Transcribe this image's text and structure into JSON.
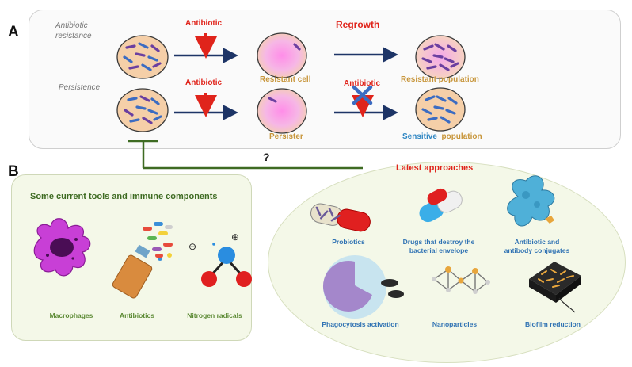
{
  "panel_a": {
    "letter": "A",
    "row1_label_line1": "Antibiotic",
    "row1_label_line2": "resistance",
    "row2_label": "Persistence",
    "antibiotic_label": "Antibiotic",
    "regrowth_label": "Regrowth",
    "resistant_cell": "Resistant cell",
    "resistant_population": "Resistant population",
    "persister": "Persister",
    "sensitive_word": "Sensitive",
    "population_word": "population"
  },
  "question_mark": "?",
  "panel_b": {
    "letter": "B",
    "tools_title": "Some current tools and immune components",
    "tools": {
      "macrophages": "Macrophages",
      "antibiotics": "Antibiotics",
      "nitrogen_radicals": "Nitrogen radicals"
    },
    "radical_minus": "⊖",
    "radical_plus": "⊕",
    "approaches_title": "Latest approaches",
    "approaches": {
      "probiotics": "Probiotics",
      "drugs": "Drugs that destroy the bacterial envelope",
      "conjugates_line1": "Antibiotic and",
      "conjugates_line2": "antibody conjugates",
      "phagocytosis": "Phagocytosis activation",
      "nanoparticles": "Nanoparticles",
      "biofilm": "Biofilm reduction"
    }
  },
  "colors": {
    "arrow": "#1d3466",
    "red": "#e0241b",
    "gold": "#c7953a",
    "blue": "#2f86c3",
    "green": "#5c8a34",
    "inhibitor": "#3e6b22",
    "cell_fill": "#f5cfa8",
    "cell_stroke": "#3a3a3a"
  }
}
